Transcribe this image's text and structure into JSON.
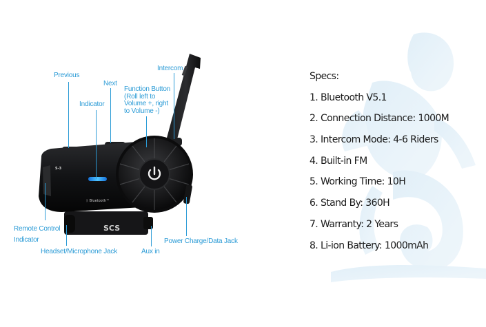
{
  "product": {
    "model_label": "S-3",
    "brand_logo": "SCS",
    "bluetooth_badge": "Bluetooth™",
    "power_icon": "power-icon",
    "indicator_color": "#1e90ff"
  },
  "callouts": {
    "previous": "Previous",
    "next": "Next",
    "indicator": "Indicator",
    "intercom": "Intercom",
    "function_button": [
      "Function Button",
      "(Roll left to",
      "Volume +, right",
      "to Volume -)"
    ],
    "remote_control_indicator": [
      "Remote Control",
      "Indicator"
    ],
    "headset_microphone_jack": "Headset/Microphone Jack",
    "aux_in": "Aux in",
    "power_charge_data_jack": "Power Charge/Data Jack"
  },
  "specs": {
    "title": "Specs:",
    "items": [
      "1. Bluetooth V5.1",
      "2. Connection Distance: 1000M",
      "3. Intercom Mode: 4-6 Riders",
      "4. Built-in FM",
      "5. Working Time: 10H",
      "6. Stand By: 360H",
      "7. Warranty: 2 Years",
      "8. Li-ion Battery: 1000mAh"
    ]
  },
  "colors": {
    "callout": "#2b9bd6",
    "spec_text": "#1a1a1a",
    "watermark": "#e6f2f9"
  }
}
